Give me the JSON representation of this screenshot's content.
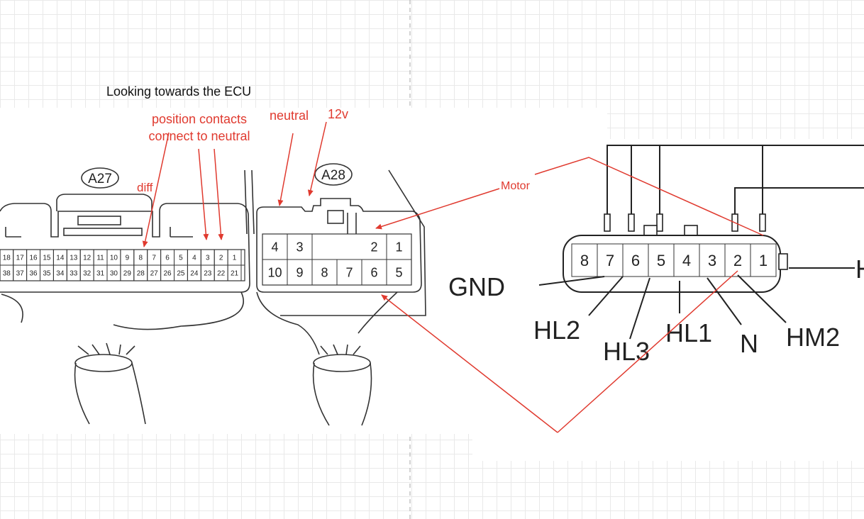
{
  "canvas": {
    "caption": "Looking towards the ECU"
  },
  "annotations": {
    "position_contacts_line1": "position contacts",
    "position_contacts_line2": "connect to neutral",
    "neutral": "neutral",
    "v12": "12v",
    "diff": "diff",
    "motor": "Motor"
  },
  "connector_a27": {
    "label": "A27",
    "top_row": [
      "18",
      "17",
      "16",
      "15",
      "14",
      "13",
      "12",
      "11",
      "10",
      "9",
      "8",
      "7",
      "6",
      "5",
      "4",
      "3",
      "2",
      "1"
    ],
    "bottom_row": [
      "38",
      "37",
      "36",
      "35",
      "34",
      "33",
      "32",
      "31",
      "30",
      "29",
      "28",
      "27",
      "26",
      "25",
      "24",
      "23",
      "22",
      "21"
    ]
  },
  "connector_a28": {
    "label": "A28",
    "top_row": [
      "4",
      "3",
      "",
      "",
      "2",
      "1"
    ],
    "bottom_row": [
      "10",
      "9",
      "8",
      "7",
      "6",
      "5"
    ]
  },
  "actuator": {
    "pins": [
      "8",
      "7",
      "6",
      "5",
      "4",
      "3",
      "2",
      "1"
    ],
    "labels": {
      "gnd": "GND",
      "hl2": "HL2",
      "hl3": "HL3",
      "hl1": "HL1",
      "n": "N",
      "hm2": "HM2",
      "h": "H"
    }
  },
  "colors": {
    "annotation": "#e03a2f",
    "line": "#222222",
    "grid": "#e9e9e9"
  }
}
